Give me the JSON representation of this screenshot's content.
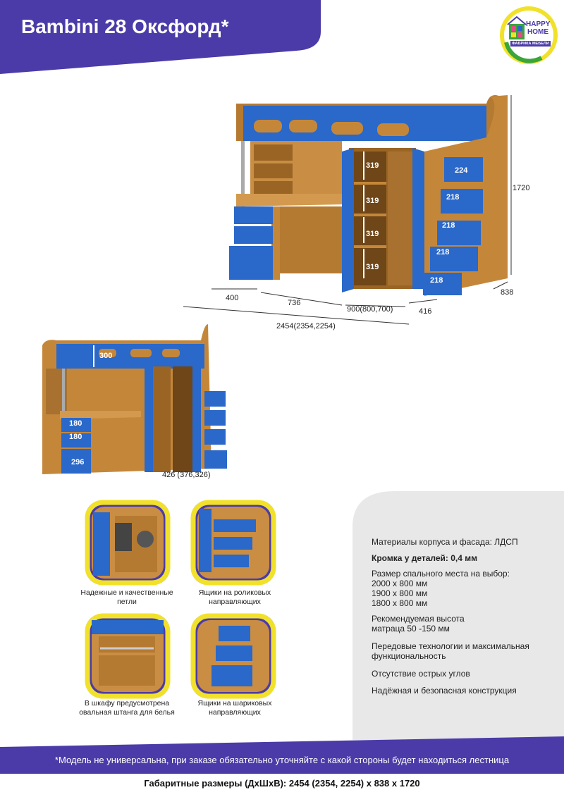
{
  "header": {
    "title": "Bambini 28 Оксфорд*"
  },
  "logo": {
    "line1": "HAPPY",
    "line2": "HOME",
    "line3": "ФАБРИКА МЕБЕЛИ"
  },
  "main_dims": {
    "d400": "400",
    "d736": "736",
    "d900": "900(800,700)",
    "d416": "416",
    "d838": "838",
    "d1720": "1720",
    "total": "2454(2354,2254)",
    "s319a": "319",
    "s319b": "319",
    "s319c": "319",
    "s319d": "319",
    "st224": "224",
    "st218a": "218",
    "st218b": "218",
    "st218c": "218",
    "st218d": "218"
  },
  "second_dims": {
    "d300": "300",
    "d180a": "180",
    "d180b": "180",
    "d296": "296",
    "depth": "426 (376,326)"
  },
  "features": [
    {
      "caption": "Надежные и качественные петли"
    },
    {
      "caption": "Ящики на роликовых направляющих"
    },
    {
      "caption": "В шкафу предусмотрена овальная штанга для белья"
    },
    {
      "caption": "Ящики на шариковых направляющих"
    }
  ],
  "specs": {
    "materials": "Материалы корпуса и фасада: ЛДСП",
    "edge": "Кромка у деталей: 0,4 мм",
    "sleep_title": "Размер спального места на выбор:",
    "sleep1": "2000 х 800 мм",
    "sleep2": "1900 х 800 мм",
    "sleep3": "1800 х 800 мм",
    "mattress1": "Рекомендуемая высота",
    "mattress2": "матраца 50 -150 мм",
    "tech1": "Передовые технологии и максимальная",
    "tech2": "функциональность",
    "corners": "Отсутствие острых углов",
    "safe": "Надёжная и безопасная конструкция"
  },
  "footer": {
    "note": "*Модель не универсальна, при заказе обязательно уточняйте с какой стороны будет находиться лестница",
    "overall": "Габаритные размеры (ДхШхВ): 2454 (2354, 2254) х 838 х 1720"
  },
  "colors": {
    "brand": "#4b3ba8",
    "wood": "#c4873a",
    "blue": "#2a68c9",
    "yellow": "#f1e12a"
  }
}
